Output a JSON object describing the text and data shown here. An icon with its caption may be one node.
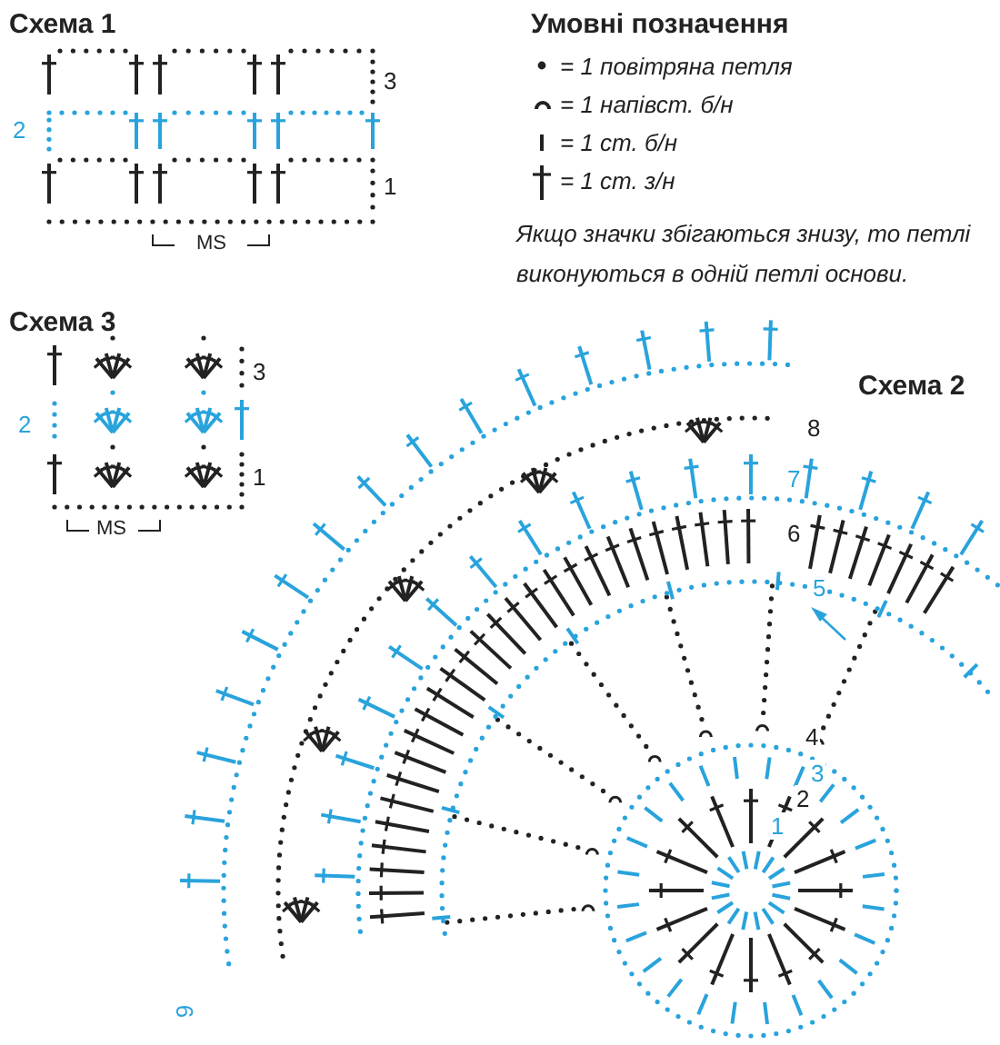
{
  "diagram": {
    "labels": [
      "Схема 1",
      "3",
      "2",
      "1",
      "MS",
      "Умовні позначення",
      "Якщо значки збігаються знизу, то петлі виконуються в одній петлі основи.",
      "Схема 3",
      "3",
      "2",
      "1",
      "MS",
      "Схема 2",
      "8",
      "7",
      "6",
      "5",
      "4",
      "3",
      "2",
      "1",
      "9"
    ],
    "legend": [
      {
        "text": "= 1 повітряна петля"
      },
      {
        "text": "= 1 напівст. б/н"
      },
      {
        "text": "= 1 ст. б/н"
      },
      {
        "text": "= 1 ст. з/н"
      }
    ]
  }
}
